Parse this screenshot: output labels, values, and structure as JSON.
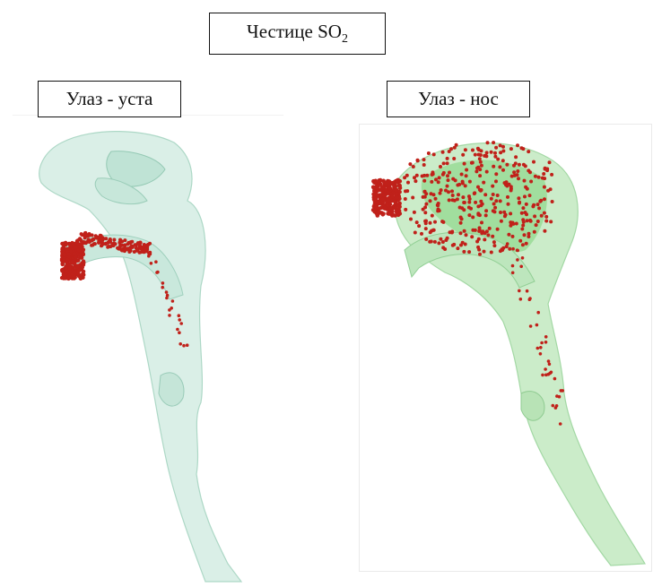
{
  "title": {
    "text": "Честице SO",
    "subscript": "2"
  },
  "panels": {
    "left": {
      "label": "Улаз - уста"
    },
    "right": {
      "label": "Улаз - нос"
    }
  },
  "colors": {
    "airway_left": "#d9efe6",
    "airway_left_stroke": "#a9d6c4",
    "airway_right": "#c9ecc7",
    "airway_right_inner": "#7fd37a",
    "airway_right_stroke": "#9fd6a0",
    "particle": "#c0211a"
  }
}
